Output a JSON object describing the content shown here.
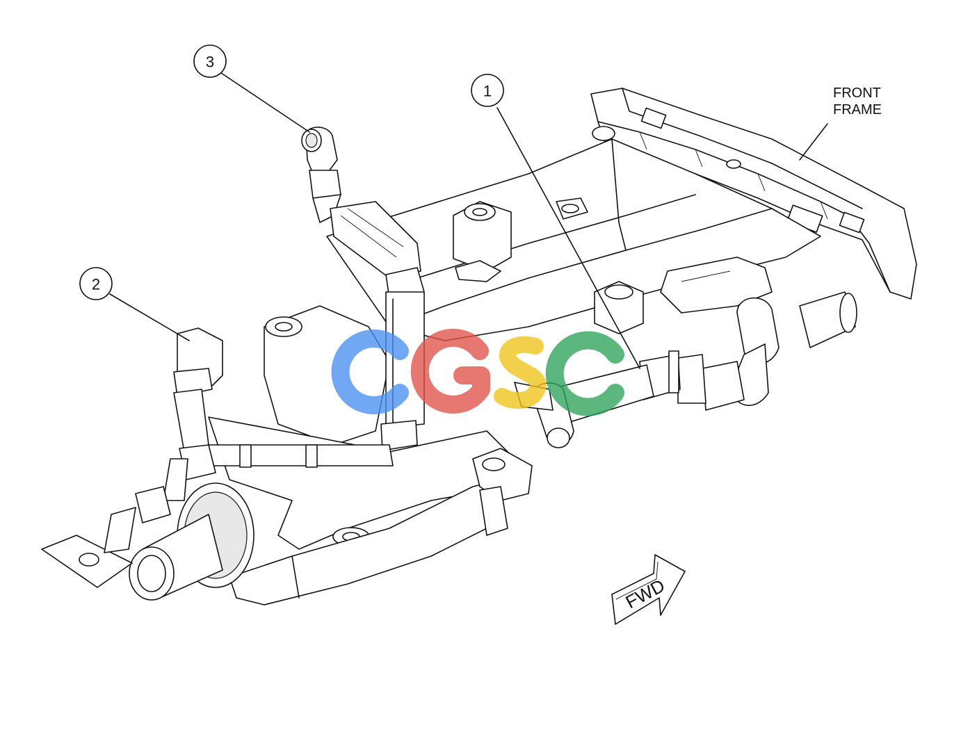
{
  "callouts": [
    {
      "id": "1",
      "label": "1"
    },
    {
      "id": "2",
      "label": "2"
    },
    {
      "id": "3",
      "label": "3"
    }
  ],
  "front_frame_label": {
    "line1": "FRONT",
    "line2": "FRAME"
  },
  "direction_arrow": {
    "label": "FWD"
  },
  "watermark": {
    "text": "CGSC",
    "colors": [
      "#4a90f0",
      "#e0524a",
      "#f0c419",
      "#2fa35c"
    ]
  },
  "colors": {
    "line": "#111111",
    "background": "#ffffff"
  }
}
